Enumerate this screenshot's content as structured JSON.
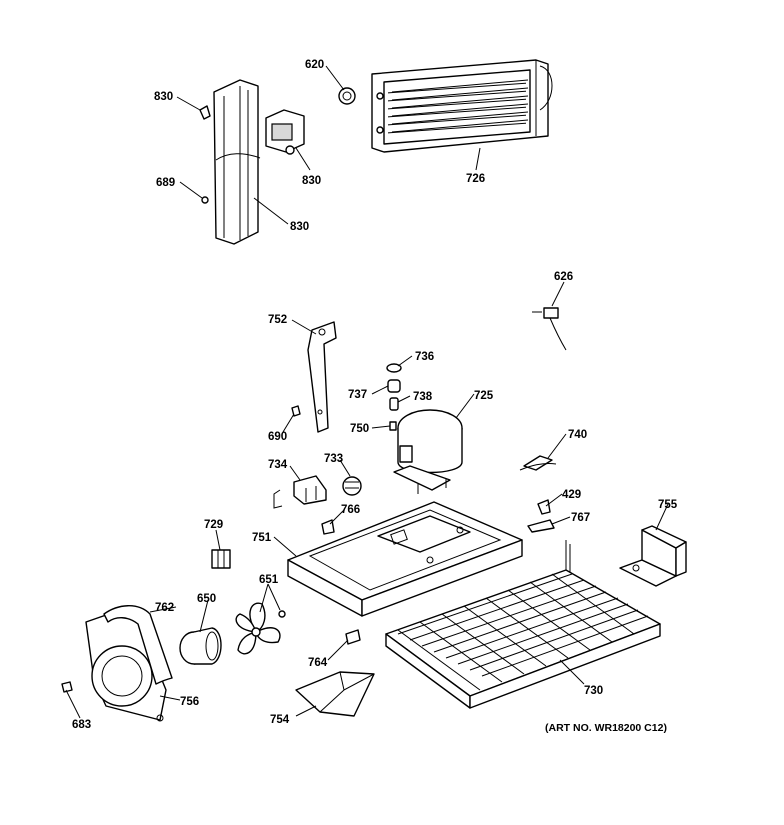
{
  "diagram": {
    "art_number": "(ART NO. WR18200 C12)",
    "callouts": {
      "c620": "620",
      "c830a": "830",
      "c830b": "830",
      "c830c": "830",
      "c689": "689",
      "c726": "726",
      "c626": "626",
      "c752": "752",
      "c736": "736",
      "c737": "737",
      "c738": "738",
      "c725": "725",
      "c690": "690",
      "c750": "750",
      "c740": "740",
      "c734": "734",
      "c733": "733",
      "c429": "429",
      "c755": "755",
      "c767": "767",
      "c729": "729",
      "c766": "766",
      "c751": "751",
      "c762": "762",
      "c650": "650",
      "c651": "651",
      "c764": "764",
      "c730": "730",
      "c683": "683",
      "c756": "756",
      "c754": "754"
    }
  }
}
